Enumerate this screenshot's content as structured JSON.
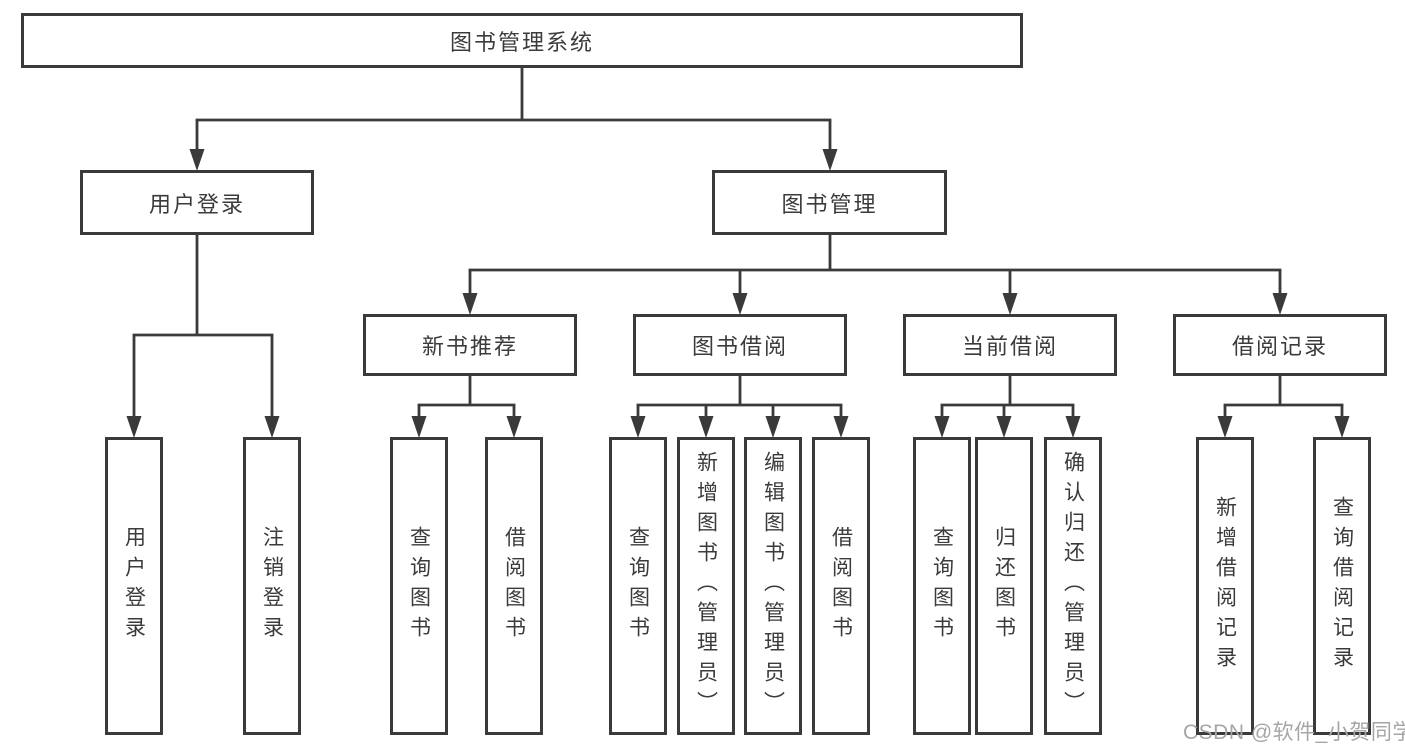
{
  "diagram": {
    "root": {
      "label": "图书管理系统",
      "children": [
        {
          "label": "用户登录",
          "children": [
            {
              "label": "用户登录"
            },
            {
              "label": "注销登录"
            }
          ]
        },
        {
          "label": "图书管理",
          "children": [
            {
              "label": "新书推荐",
              "children": [
                {
                  "label": "查询图书"
                },
                {
                  "label": "借阅图书"
                }
              ]
            },
            {
              "label": "图书借阅",
              "children": [
                {
                  "label": "查询图书"
                },
                {
                  "label": "新增图书（管理员）"
                },
                {
                  "label": "编辑图书（管理员）"
                },
                {
                  "label": "借阅图书"
                }
              ]
            },
            {
              "label": "当前借阅",
              "children": [
                {
                  "label": "查询图书"
                },
                {
                  "label": "归还图书"
                },
                {
                  "label": "确认归还（管理员）"
                }
              ]
            },
            {
              "label": "借阅记录",
              "children": [
                {
                  "label": "新增借阅记录"
                },
                {
                  "label": "查询借阅记录"
                }
              ]
            }
          ]
        }
      ]
    }
  },
  "watermark": {
    "text": "CSDN @软件_小贺同学"
  },
  "colors": {
    "line": "#3a3a3a",
    "text": "#3b3b3b",
    "watermark": "#a6a6a6",
    "background": "#ffffff"
  }
}
